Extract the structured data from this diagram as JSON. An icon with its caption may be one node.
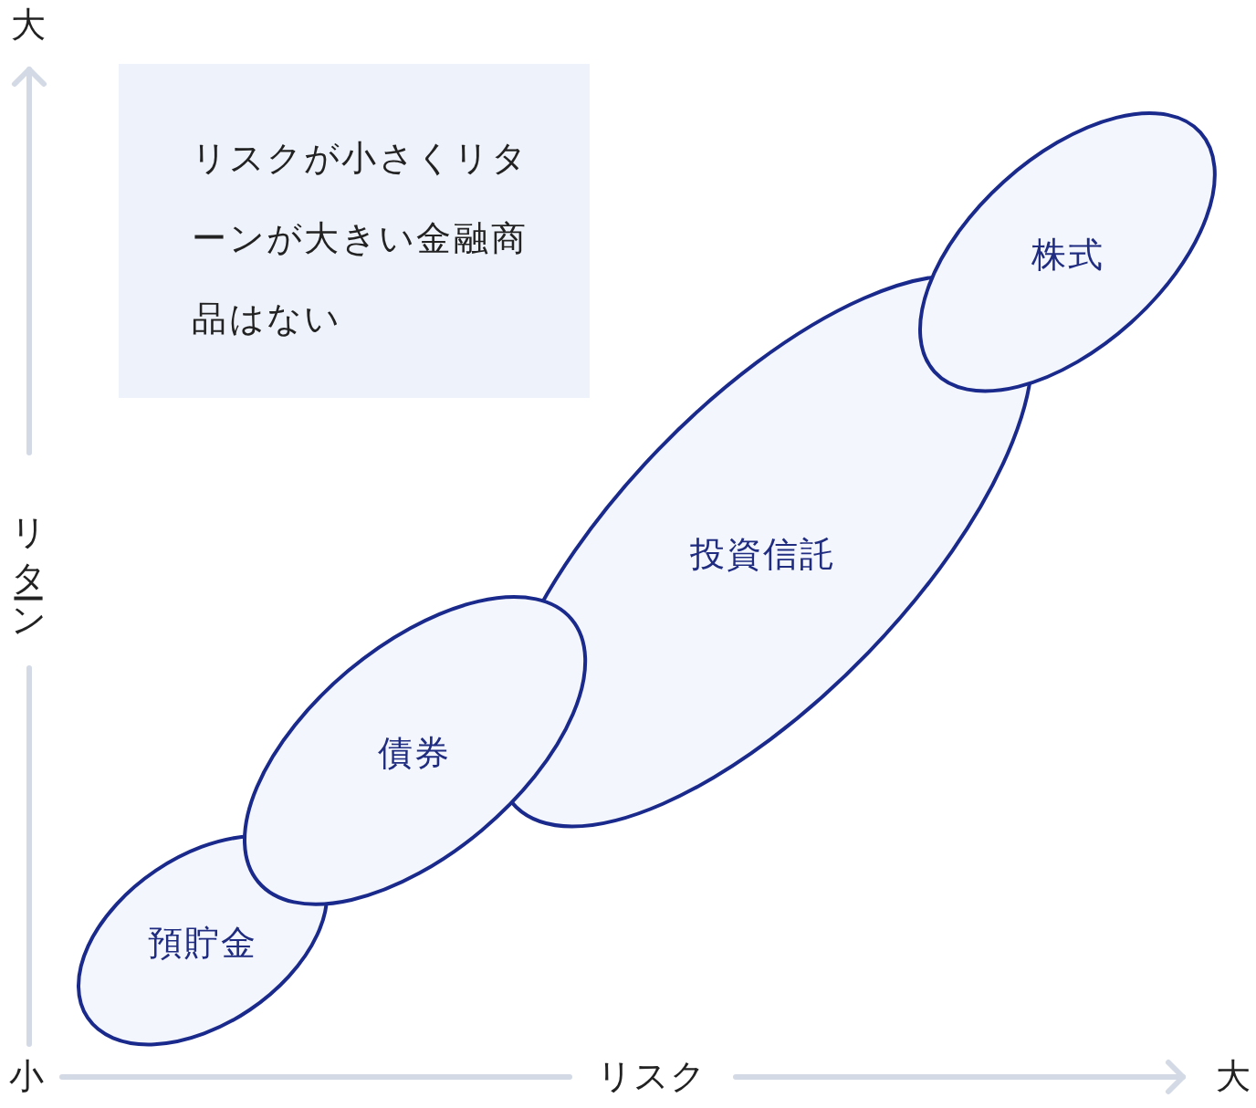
{
  "diagram": {
    "nodes": [
      {
        "text": [
          "リスクが小さくリターンが大きい金融商品はない"
        ]
      },
      {
        "text": [
          "株式"
        ]
      },
      {
        "text": [
          "投資信託"
        ]
      },
      {
        "text": [
          "債券"
        ]
      },
      {
        "text": [
          "預貯金"
        ]
      }
    ],
    "labels": [
      "大",
      "リターン",
      "小",
      "リスク",
      "大"
    ]
  }
}
